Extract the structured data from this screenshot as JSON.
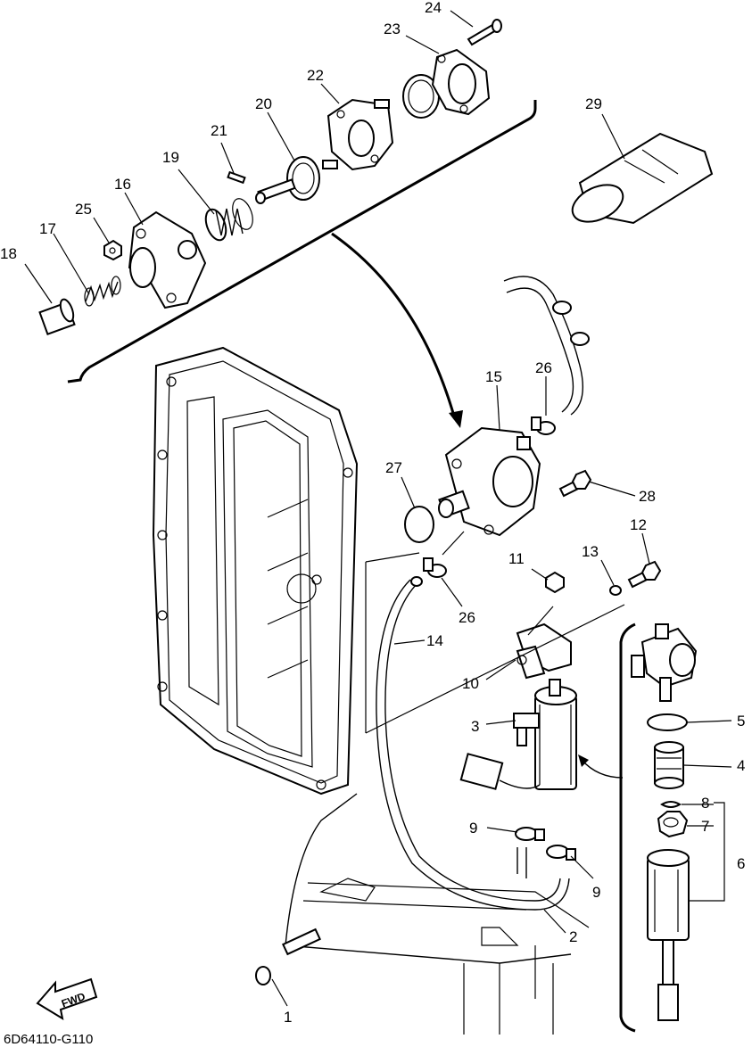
{
  "diagram_code": "6D64110-G110",
  "fwd_label": "FWD",
  "callouts": [
    {
      "id": "1",
      "text": "1"
    },
    {
      "id": "2",
      "text": "2"
    },
    {
      "id": "3",
      "text": "3"
    },
    {
      "id": "4",
      "text": "4"
    },
    {
      "id": "5",
      "text": "5"
    },
    {
      "id": "6",
      "text": "6"
    },
    {
      "id": "7",
      "text": "7"
    },
    {
      "id": "8",
      "text": "8"
    },
    {
      "id": "9a",
      "text": "9"
    },
    {
      "id": "9b",
      "text": "9"
    },
    {
      "id": "10",
      "text": "10"
    },
    {
      "id": "11",
      "text": "11"
    },
    {
      "id": "12",
      "text": "12"
    },
    {
      "id": "13",
      "text": "13"
    },
    {
      "id": "14",
      "text": "14"
    },
    {
      "id": "15",
      "text": "15"
    },
    {
      "id": "16",
      "text": "16"
    },
    {
      "id": "17",
      "text": "17"
    },
    {
      "id": "18",
      "text": "18"
    },
    {
      "id": "19",
      "text": "19"
    },
    {
      "id": "20",
      "text": "20"
    },
    {
      "id": "21",
      "text": "21"
    },
    {
      "id": "22",
      "text": "22"
    },
    {
      "id": "23",
      "text": "23"
    },
    {
      "id": "24",
      "text": "24"
    },
    {
      "id": "25",
      "text": "25"
    },
    {
      "id": "26a",
      "text": "26"
    },
    {
      "id": "26b",
      "text": "26"
    },
    {
      "id": "27",
      "text": "27"
    },
    {
      "id": "28",
      "text": "28"
    },
    {
      "id": "29",
      "text": "29"
    }
  ]
}
